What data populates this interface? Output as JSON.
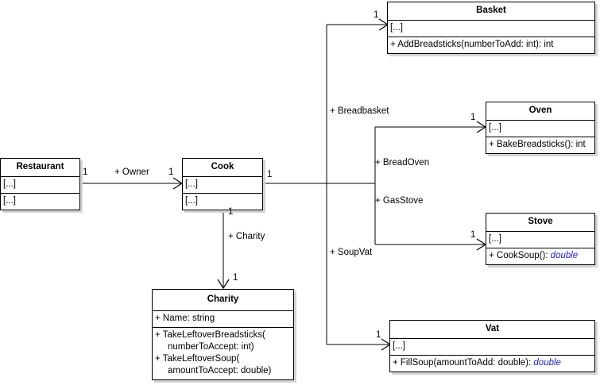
{
  "diagram": {
    "title": "Restaurant UML class diagram",
    "type": "uml-class-diagram",
    "colors": {
      "background": "#ffffff",
      "box_fill": "#ffffff",
      "border": "#000000",
      "shadow": "#d4d4d4",
      "return_type_accent": "#2222cc"
    }
  },
  "classes": {
    "restaurant": {
      "name": "Restaurant",
      "attributes": "[...]",
      "operations": "[...]"
    },
    "cook": {
      "name": "Cook",
      "attributes": "[...]",
      "operations": "[...]"
    },
    "charity": {
      "name": "Charity",
      "attributes": "+ Name: string",
      "op1_line1": "+ TakeLeftoverBreadsticks(",
      "op1_line2": "     numberToAccept: int)",
      "op2_line1": "+ TakeLeftoverSoup(",
      "op2_line2": "     amountToAccept: double)"
    },
    "basket": {
      "name": "Basket",
      "attributes": "[...]",
      "operation": "+ AddBreadsticks(numberToAdd: int): int"
    },
    "oven": {
      "name": "Oven",
      "attributes": "[...]",
      "operation_name": "+ BakeBreadsticks(): ",
      "operation_return": "int"
    },
    "stove": {
      "name": "Stove",
      "attributes": "[...]",
      "operation_name": "+ CookSoup(): ",
      "operation_return": "double"
    },
    "vat": {
      "name": "Vat",
      "attributes": "[...]",
      "operation_name": "+ FillSoup(amountToAdd: double): ",
      "operation_return": "double"
    }
  },
  "associations": {
    "owner": {
      "label": "+ Owner",
      "source_multiplicity": "1",
      "target_multiplicity": "1"
    },
    "charity": {
      "label": "+ Charity",
      "source_multiplicity": "1",
      "target_multiplicity": "1"
    },
    "breadbasket": {
      "label": "+ Breadbasket",
      "source_multiplicity": "1",
      "target_multiplicity": "1"
    },
    "breadoven": {
      "label": "+ BreadOven",
      "target_multiplicity": "1"
    },
    "gasstove": {
      "label": "+ GasStove",
      "target_multiplicity": "1"
    },
    "soupvat": {
      "label": "+ SoupVat",
      "target_multiplicity": "1"
    },
    "cook_trunk_multiplicity": "1"
  }
}
